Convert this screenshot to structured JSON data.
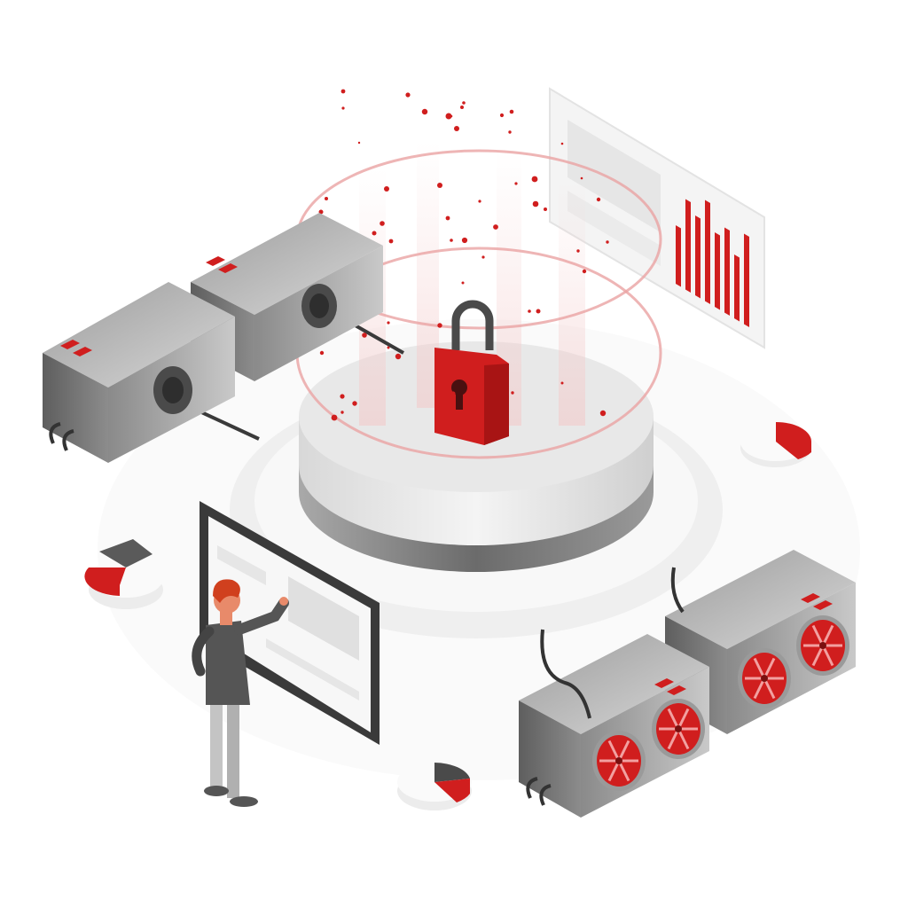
{
  "illustration": {
    "subject": "data-security-lock",
    "colors": {
      "accent_red": "#d01e1e",
      "ring_pink": "#eaa3a3",
      "server_gray_dark": "#6e6e6e",
      "server_gray_light": "#b8b8b8",
      "platform_light": "#f1f1f1",
      "screen_frame": "#3a3a3a"
    },
    "icons": [
      "padlock-icon",
      "bar-chart-icon",
      "pie-chart-icon",
      "fan-icon",
      "server-icon",
      "monitor-icon"
    ],
    "panel_bar_levels": [
      0.55,
      0.85,
      0.75,
      0.95,
      0.7,
      0.8,
      0.6,
      0.85
    ]
  }
}
